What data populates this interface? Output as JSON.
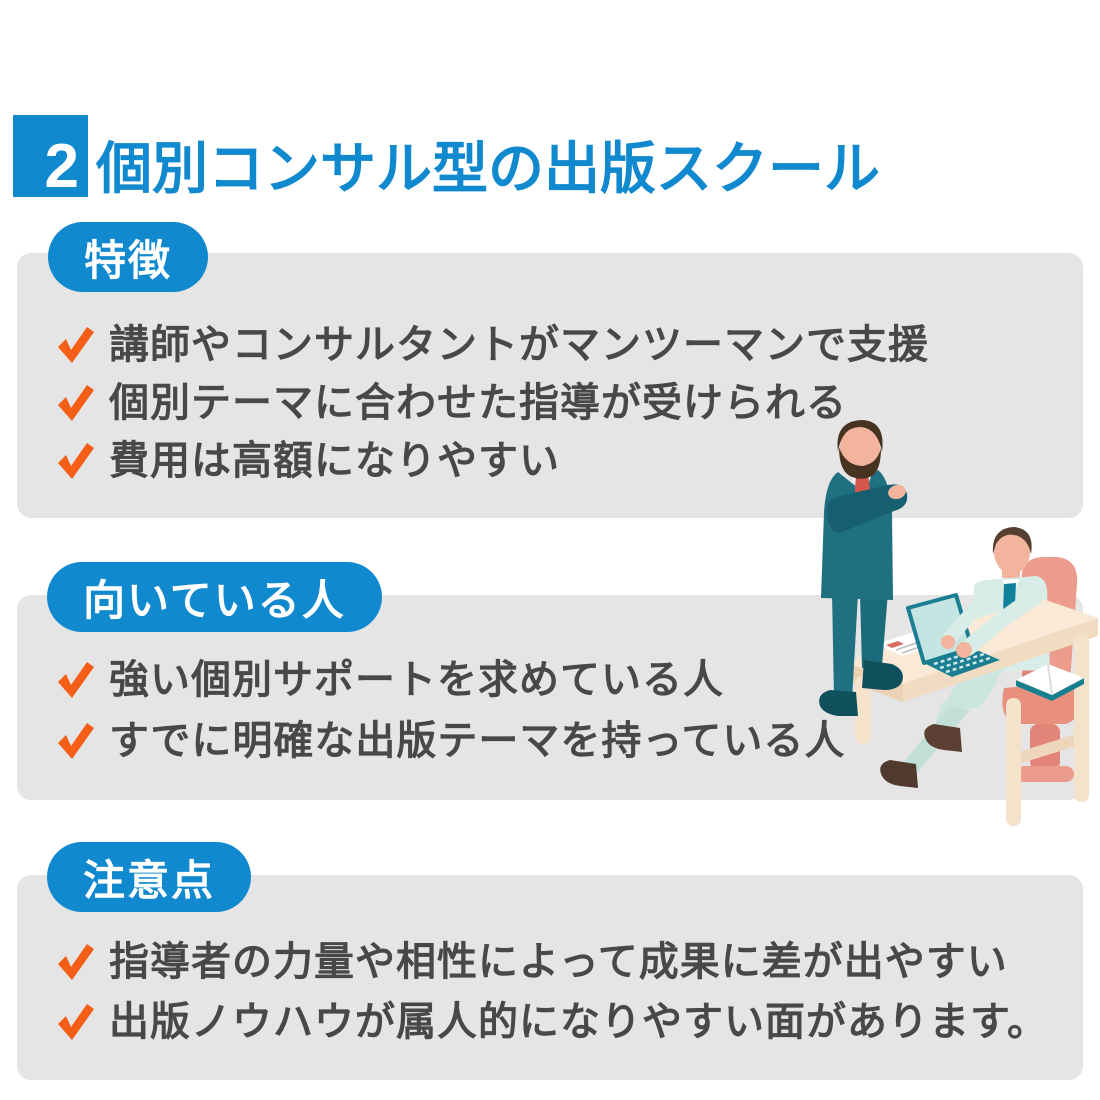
{
  "palette": {
    "accent_blue": "#1189CF",
    "check_orange": "#F45E17",
    "panel_gray": "#E5E5E5",
    "text_dark": "#484848",
    "background": "#FFFFFF"
  },
  "header": {
    "number_badge": "2",
    "title": "個別コンサル型の出版スクール"
  },
  "sections": [
    {
      "label": "特徴",
      "items": [
        "講師やコンサルタントがマンツーマンで支援",
        "個別テーマに合わせた指導が受けられる",
        "費用は高額になりやすい"
      ]
    },
    {
      "label": "向いている人",
      "items": [
        "強い個別サポートを求めている人",
        "すでに明確な出版テーマを持っている人"
      ]
    },
    {
      "label": "注意点",
      "items": [
        "指導者の力量や相性によって成果に差が出やすい",
        "出版ノウハウが属人的になりやすい面があります。"
      ]
    }
  ],
  "illustration": {
    "icons": [
      "standing-consultant",
      "seated-client",
      "office-chair",
      "desk",
      "laptop",
      "open-book",
      "documents",
      "checkmark"
    ]
  }
}
